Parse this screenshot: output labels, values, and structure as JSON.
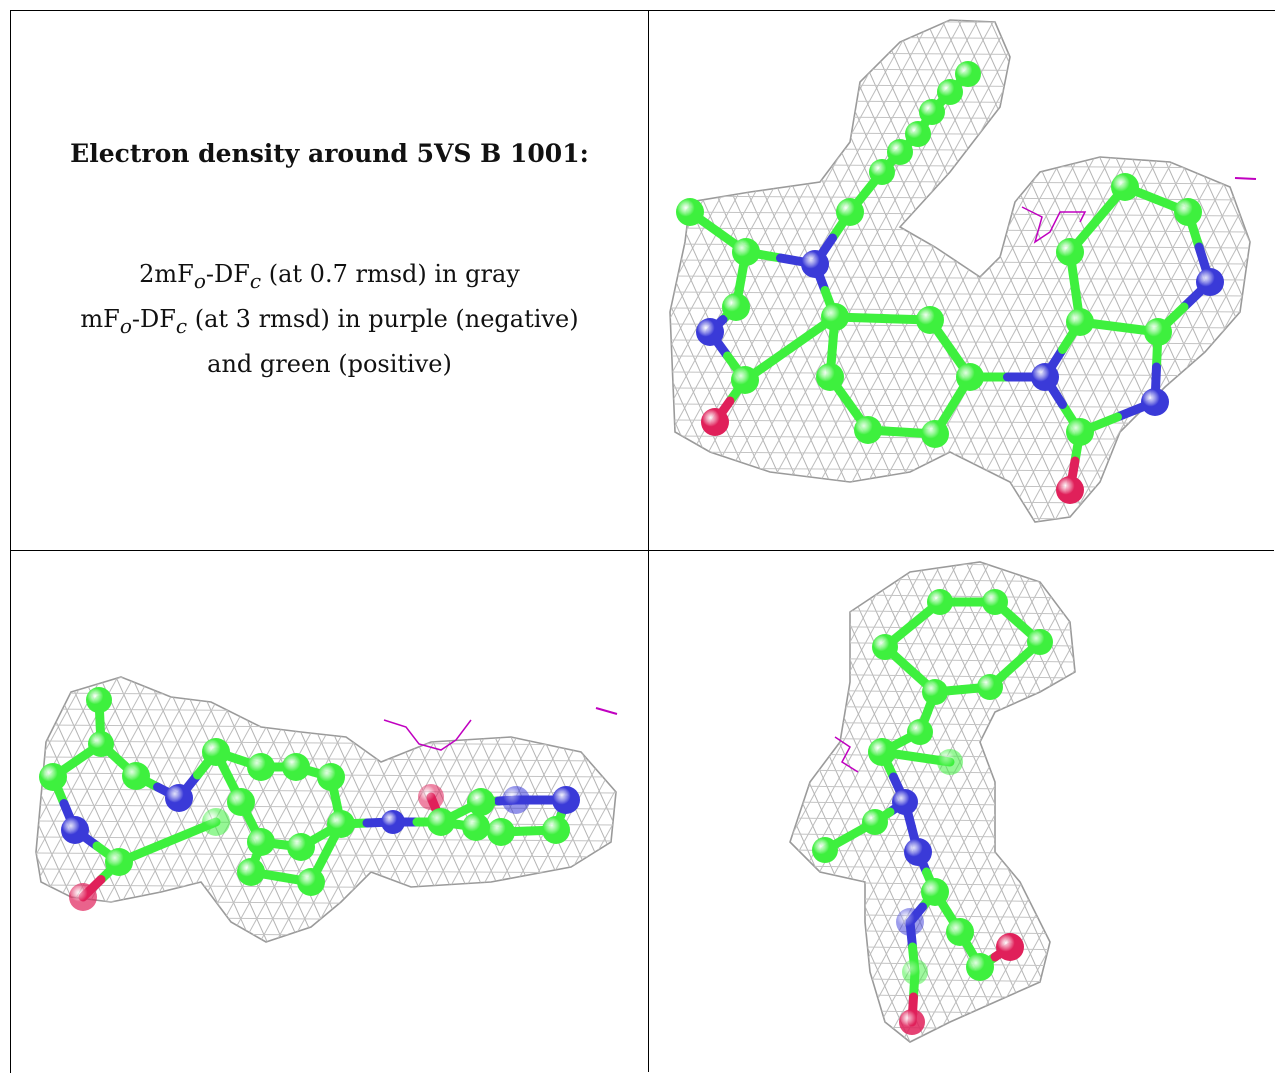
{
  "caption": {
    "title": "Electron density around 5VS B 1001:",
    "line1": {
      "pre": "2mF",
      "sub1": "o",
      "mid": "-DF",
      "sub2": "c",
      "post": " (at 0.7 rmsd) in gray"
    },
    "line2": {
      "pre": "mF",
      "sub1": "o",
      "mid": "-DF",
      "sub2": "c",
      "post": " (at 3 rmsd) in purple (negative)"
    },
    "line3": "and green (positive)"
  },
  "colors": {
    "carbon": "#3ef03e",
    "nitrogen": "#3a3ad8",
    "oxygen": "#e0205a",
    "mesh": "#9a9a9a",
    "negative_density": "#c000c0"
  }
}
